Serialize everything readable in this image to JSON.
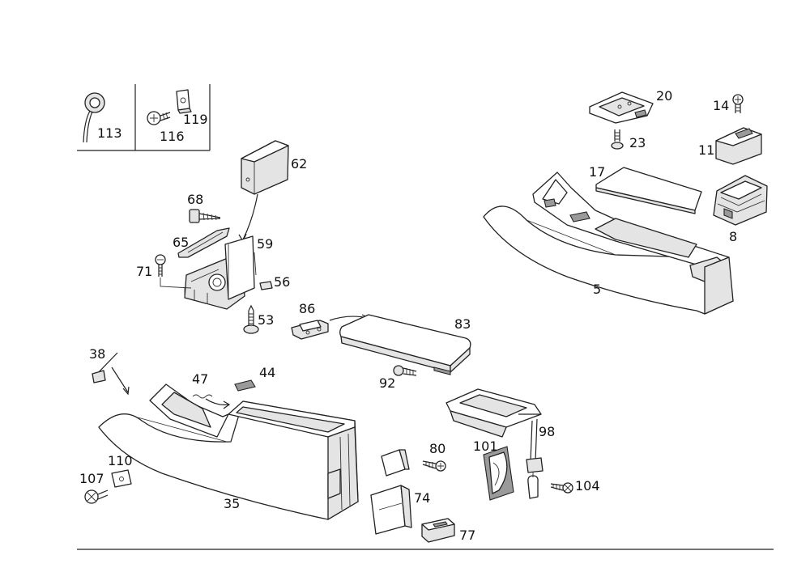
{
  "labels": {
    "p113": "113",
    "p116": "116",
    "p119": "119",
    "p62": "62",
    "p68": "68",
    "p65": "65",
    "p59": "59",
    "p71": "71",
    "p56": "56",
    "p53": "53",
    "p86": "86",
    "p83": "83",
    "p92": "92",
    "p38": "38",
    "p47": "47",
    "p44": "44",
    "p35": "35",
    "p110": "110",
    "p107": "107",
    "p80": "80",
    "p74": "74",
    "p77": "77",
    "p101": "101",
    "p98": "98",
    "p104": "104",
    "p20": "20",
    "p14": "14",
    "p23": "23",
    "p11": "11",
    "p17": "17",
    "p8": "8",
    "p5": "5"
  },
  "colors": {
    "line": "#222222",
    "shade": "#e4e4e4",
    "background": "#ffffff"
  }
}
